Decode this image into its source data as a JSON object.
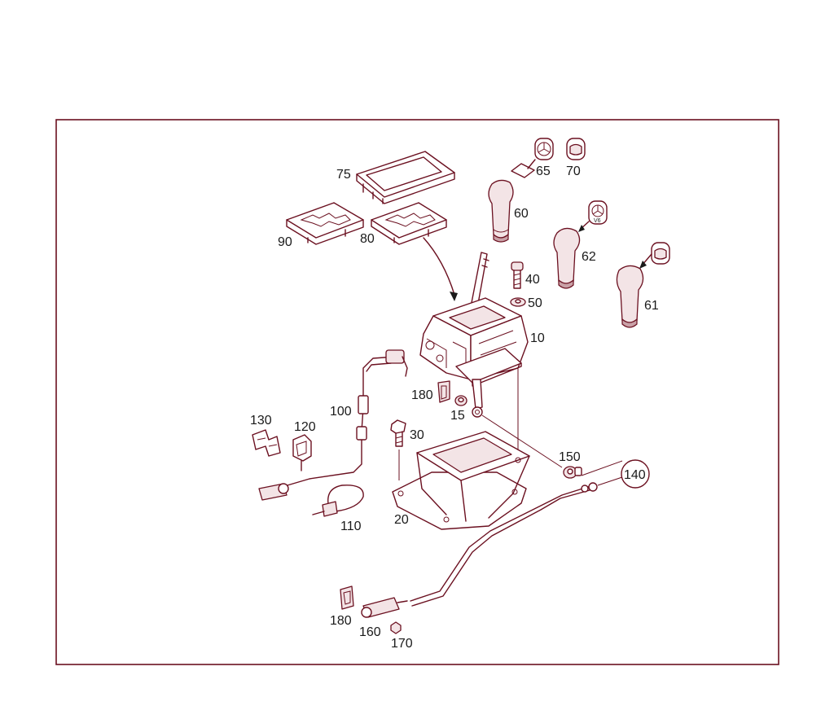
{
  "labels": {
    "p10": "10",
    "p15": "15",
    "p20": "20",
    "p30": "30",
    "p40": "40",
    "p50": "50",
    "p60": "60",
    "p61": "61",
    "p62": "62",
    "p65": "65",
    "p70": "70",
    "p75": "75",
    "p80": "80",
    "p90": "90",
    "p100": "100",
    "p110": "110",
    "p120": "120",
    "p130": "130",
    "p140": "140",
    "p150": "150",
    "p160": "160",
    "p170": "170",
    "p180a": "180",
    "p180b": "180"
  },
  "badge_text": {
    "v6": "V6"
  },
  "colors": {
    "line": "#6b1020",
    "text": "#1a1a1a",
    "background": "#ffffff"
  }
}
